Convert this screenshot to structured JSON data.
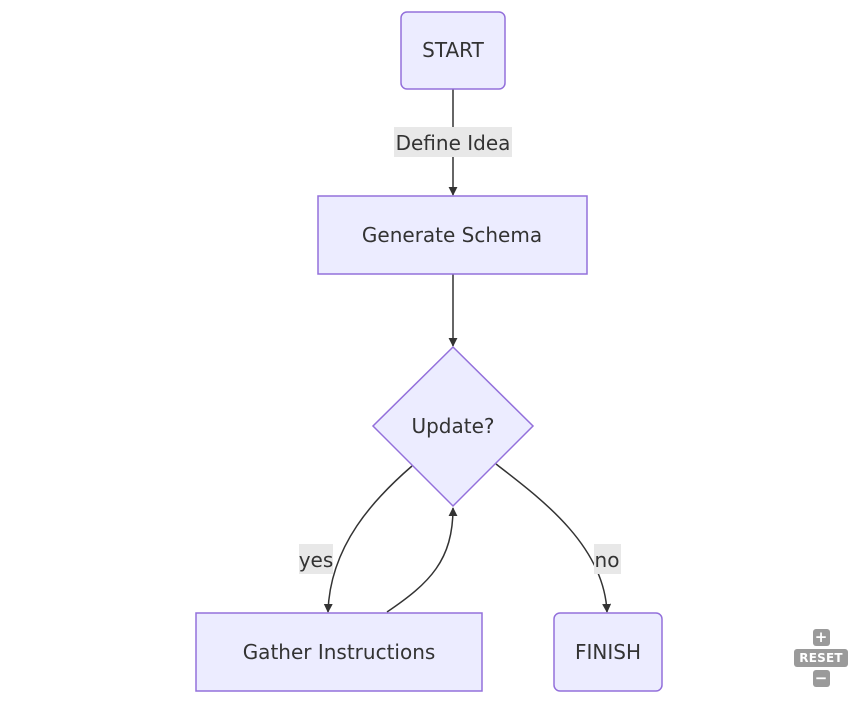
{
  "colors": {
    "node_fill": "#ececff",
    "node_stroke": "#9370db",
    "edge": "#333333",
    "label_bg": "#e8e8e8",
    "text": "#333333",
    "control_bg": "#9a9a9a"
  },
  "nodes": {
    "start": "START",
    "generate_schema": "Generate Schema",
    "update": "Update?",
    "gather_instructions": "Gather Instructions",
    "finish": "FINISH"
  },
  "edges": {
    "define_idea": "Define Idea",
    "yes": "yes",
    "no": "no"
  },
  "controls": {
    "zoom_in_icon": "plus-icon",
    "reset_label": "RESET",
    "zoom_out_icon": "minus-icon"
  }
}
